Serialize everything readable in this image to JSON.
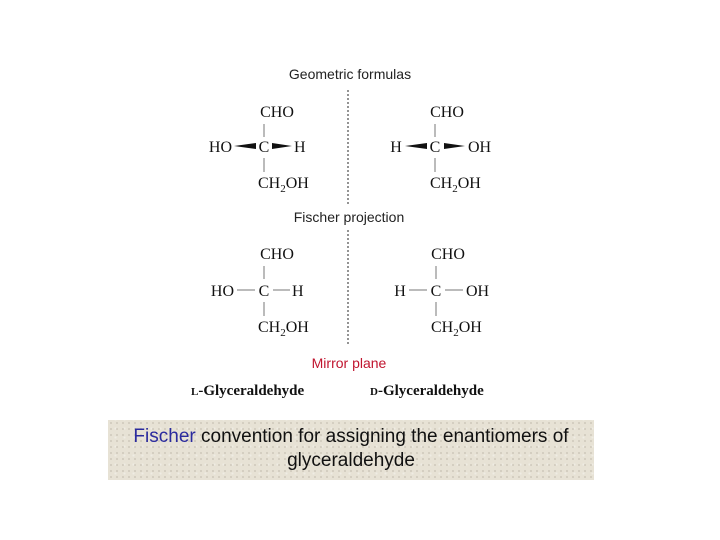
{
  "diagram": {
    "heading_top": "Geometric formulas",
    "heading_middle": "Fischer projection",
    "mirror_label": "Mirror plane",
    "molecules": {
      "top_left": {
        "top": "CHO",
        "center": "C",
        "left": "HO",
        "right": "H",
        "bottom_main": "CH",
        "bottom_sub": "2",
        "bottom_tail": "OH"
      },
      "top_right": {
        "top": "CHO",
        "center": "C",
        "left": "H",
        "right": "OH",
        "bottom_main": "CH",
        "bottom_sub": "2",
        "bottom_tail": "OH"
      },
      "bottom_left": {
        "top": "CHO",
        "center": "C",
        "left": "HO",
        "right": "H",
        "bottom_main": "CH",
        "bottom_sub": "2",
        "bottom_tail": "OH"
      },
      "bottom_right": {
        "top": "CHO",
        "center": "C",
        "left": "H",
        "right": "OH",
        "bottom_main": "CH",
        "bottom_sub": "2",
        "bottom_tail": "OH"
      }
    },
    "name_left": {
      "prefix": "L",
      "name": "-Glyceraldehyde"
    },
    "name_right": {
      "prefix": "D",
      "name": "-Glyceraldehyde"
    }
  },
  "caption": {
    "highlight": "Fischer",
    "text": " convention for assigning the enantiomers of glyceraldehyde"
  },
  "colors": {
    "mirror_label": "#c0152f",
    "caption_highlight": "#2b2b9e",
    "caption_background": "#e7e2d5"
  }
}
